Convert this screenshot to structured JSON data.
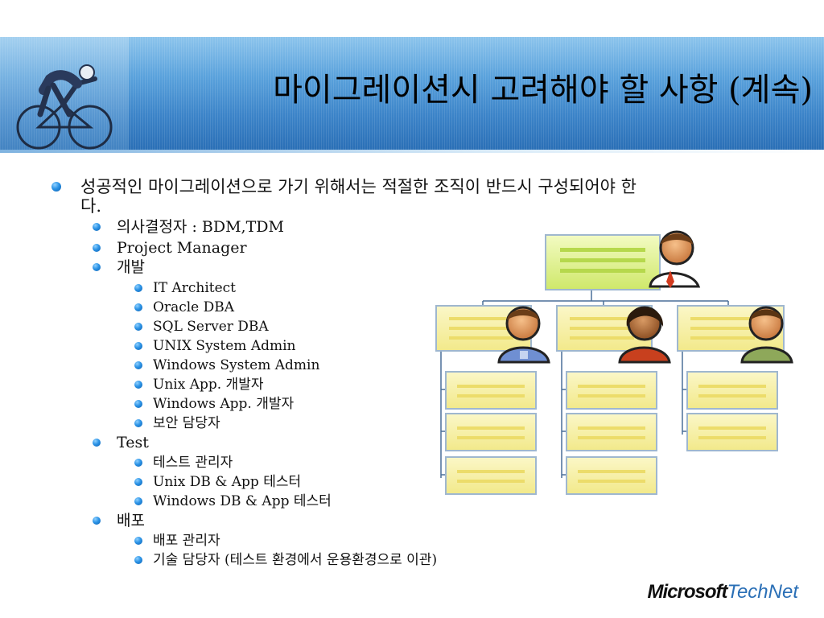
{
  "slide": {
    "title": "마이그레이션시 고려해야 할 사항 (계속)"
  },
  "bullets": {
    "main_line1": "성공적인 마이그레이션으로 가기 위해서는 적절한 조직이 반드시 구성되어야 한",
    "main_line2": "다.",
    "decision_makers": "의사결정자 : BDM,TDM",
    "project_manager": "Project Manager",
    "development": "개발",
    "dev_items": [
      "IT Architect",
      "Oracle DBA",
      "SQL Server DBA",
      "UNIX System Admin",
      "Windows System Admin",
      "Unix App. 개발자",
      "Windows App. 개발자",
      "보안 담당자"
    ],
    "test": "Test",
    "test_items": [
      "테스트 관리자",
      "Unix DB & App 테스터",
      "Windows DB & App 테스터"
    ],
    "deploy": "배포",
    "deploy_items": [
      "배포 관리자",
      "기술 담당자 (테스트 환경에서 운용환경으로 이관)"
    ]
  },
  "footer": {
    "logo_microsoft": "Microsoft",
    "logo_technet": "TechNet"
  },
  "icons": {
    "bullet": "round-blue-bullet-icon",
    "banner": "cyclist-photo",
    "org_chart": "org-chart-illustration"
  },
  "colors": {
    "banner_blue": "#3b83c8",
    "bullet_blue": "#2b93e6",
    "box_yellow": "#f6ef9a",
    "box_green": "#d6f07a",
    "technet_blue": "#2a6fb6"
  }
}
